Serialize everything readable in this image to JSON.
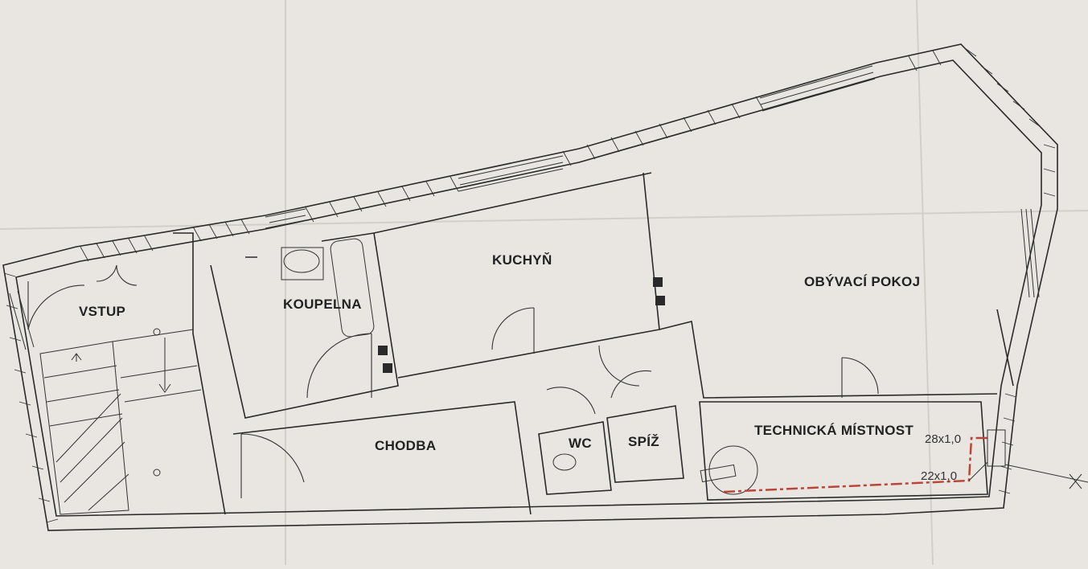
{
  "rooms": {
    "vstup": "VSTUP",
    "koupelna": "KOUPELNA",
    "kuchyn": "KUCHYŇ",
    "obyvaci_pokoj": "OBÝVACÍ POKOJ",
    "chodba": "CHODBA",
    "wc": "WC",
    "spiz": "SPÍŽ",
    "technicka_mistnost": "TECHNICKÁ MÍSTNOST"
  },
  "pipes": {
    "upper": "28x1,0",
    "lower": "22x1,0"
  },
  "colors": {
    "paper": "#e9e6e1",
    "line": "#2a2a2a",
    "pipe": "#b8473a"
  }
}
